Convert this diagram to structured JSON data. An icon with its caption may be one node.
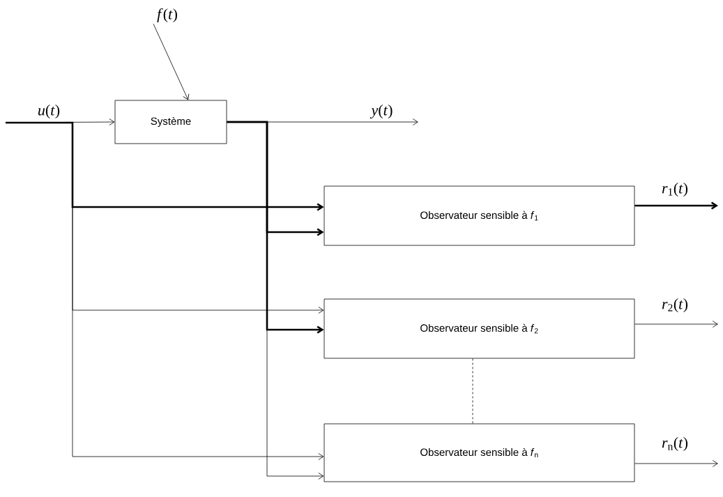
{
  "diagram": {
    "nodes": [
      {
        "text": [
          "Système"
        ]
      },
      {
        "text": [
          "Observateur sensible à *f*$_{1}$"
        ]
      },
      {
        "text": [
          "Observateur sensible à *f*$_{2}$"
        ]
      },
      {
        "text": [
          "Observateur sensible à *f*$_{n}$"
        ]
      },
      {
        "text": [
          "*f*(*t*)"
        ]
      }
    ],
    "edges": [
      {
        "from": null,
        "to": 0,
        "arrow": "to",
        "label": "*u*(*t*)"
      },
      {
        "from": null,
        "to": 1,
        "arrow": "to",
        "style": "thick"
      },
      {
        "from": null,
        "to": 2,
        "arrow": "to"
      },
      {
        "from": null,
        "to": 3,
        "arrow": "to"
      },
      {
        "from": 0,
        "to": null,
        "arrow": "to",
        "label": "*y*(*t*)"
      },
      {
        "from": 0,
        "to": 1,
        "arrow": "to",
        "style": "thick"
      },
      {
        "from": 0,
        "to": 2,
        "arrow": "to",
        "style": "thick"
      },
      {
        "from": 0,
        "to": 3,
        "arrow": "to"
      },
      {
        "from": 1,
        "to": null,
        "arrow": "to",
        "label": "*r*$_{1}$(*t*)",
        "style": "thick"
      },
      {
        "from": 2,
        "to": null,
        "arrow": "to",
        "label": "*r*$_{2}$(*t*)"
      },
      {
        "from": 3,
        "to": null,
        "arrow": "to",
        "label": "*r*$_{n}$(*t*)"
      },
      {
        "from": 2,
        "to": 3,
        "arrow": "none",
        "style": "dashed"
      },
      {
        "from": 4,
        "to": 0,
        "arrow": "to"
      }
    ]
  }
}
